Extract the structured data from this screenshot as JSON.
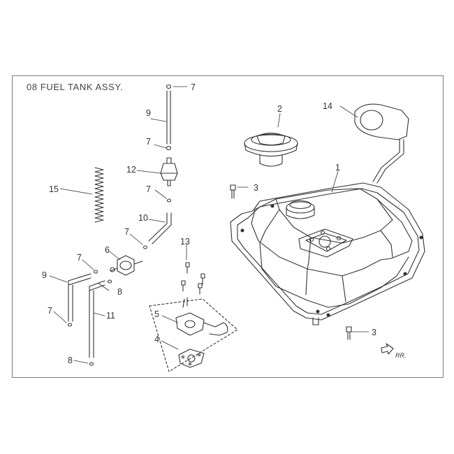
{
  "diagram": {
    "title": "08  FUEL TANK ASSY.",
    "direction_label": "RR.",
    "callouts": [
      {
        "key": "c1",
        "text": "1"
      },
      {
        "key": "c2",
        "text": "2"
      },
      {
        "key": "c3a",
        "text": "3"
      },
      {
        "key": "c3b",
        "text": "3"
      },
      {
        "key": "c4",
        "text": "4"
      },
      {
        "key": "c5",
        "text": "5"
      },
      {
        "key": "c6",
        "text": "6"
      },
      {
        "key": "c7a",
        "text": "7"
      },
      {
        "key": "c7b",
        "text": "7"
      },
      {
        "key": "c7c",
        "text": "7"
      },
      {
        "key": "c7d",
        "text": "7"
      },
      {
        "key": "c7e",
        "text": "7"
      },
      {
        "key": "c7f",
        "text": "7"
      },
      {
        "key": "c8a",
        "text": "8"
      },
      {
        "key": "c8b",
        "text": "8"
      },
      {
        "key": "c9a",
        "text": "9"
      },
      {
        "key": "c9b",
        "text": "9"
      },
      {
        "key": "c10",
        "text": "10"
      },
      {
        "key": "c11",
        "text": "11"
      },
      {
        "key": "c12",
        "text": "12"
      },
      {
        "key": "c13",
        "text": "13"
      },
      {
        "key": "c14",
        "text": "14"
      },
      {
        "key": "c15",
        "text": "15"
      }
    ]
  }
}
